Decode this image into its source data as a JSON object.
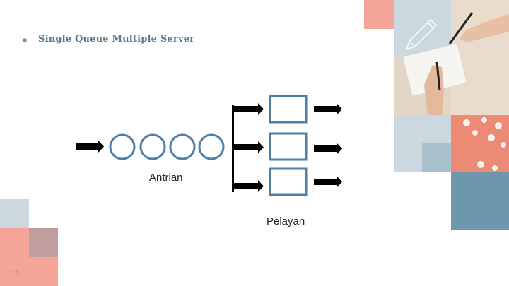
{
  "slide": {
    "bullet": "▪",
    "title": "Single Queue Multiple Server",
    "page_number": "13"
  },
  "diagram": {
    "queue_label": "Antrian",
    "server_label": "Pelayan",
    "queue_count": 4,
    "server_count": 3
  },
  "colors": {
    "shape_stroke": "#4f7fa6",
    "arrow": "#000000",
    "salmon": "#f4a597",
    "light_blue": "#cbd8df",
    "steel_blue": "#6f97ab",
    "mauve": "#c09ea0",
    "grey_blue": "#a9c0cd",
    "coral": "#ec8a76"
  },
  "icons": [
    "pencil-icon"
  ]
}
